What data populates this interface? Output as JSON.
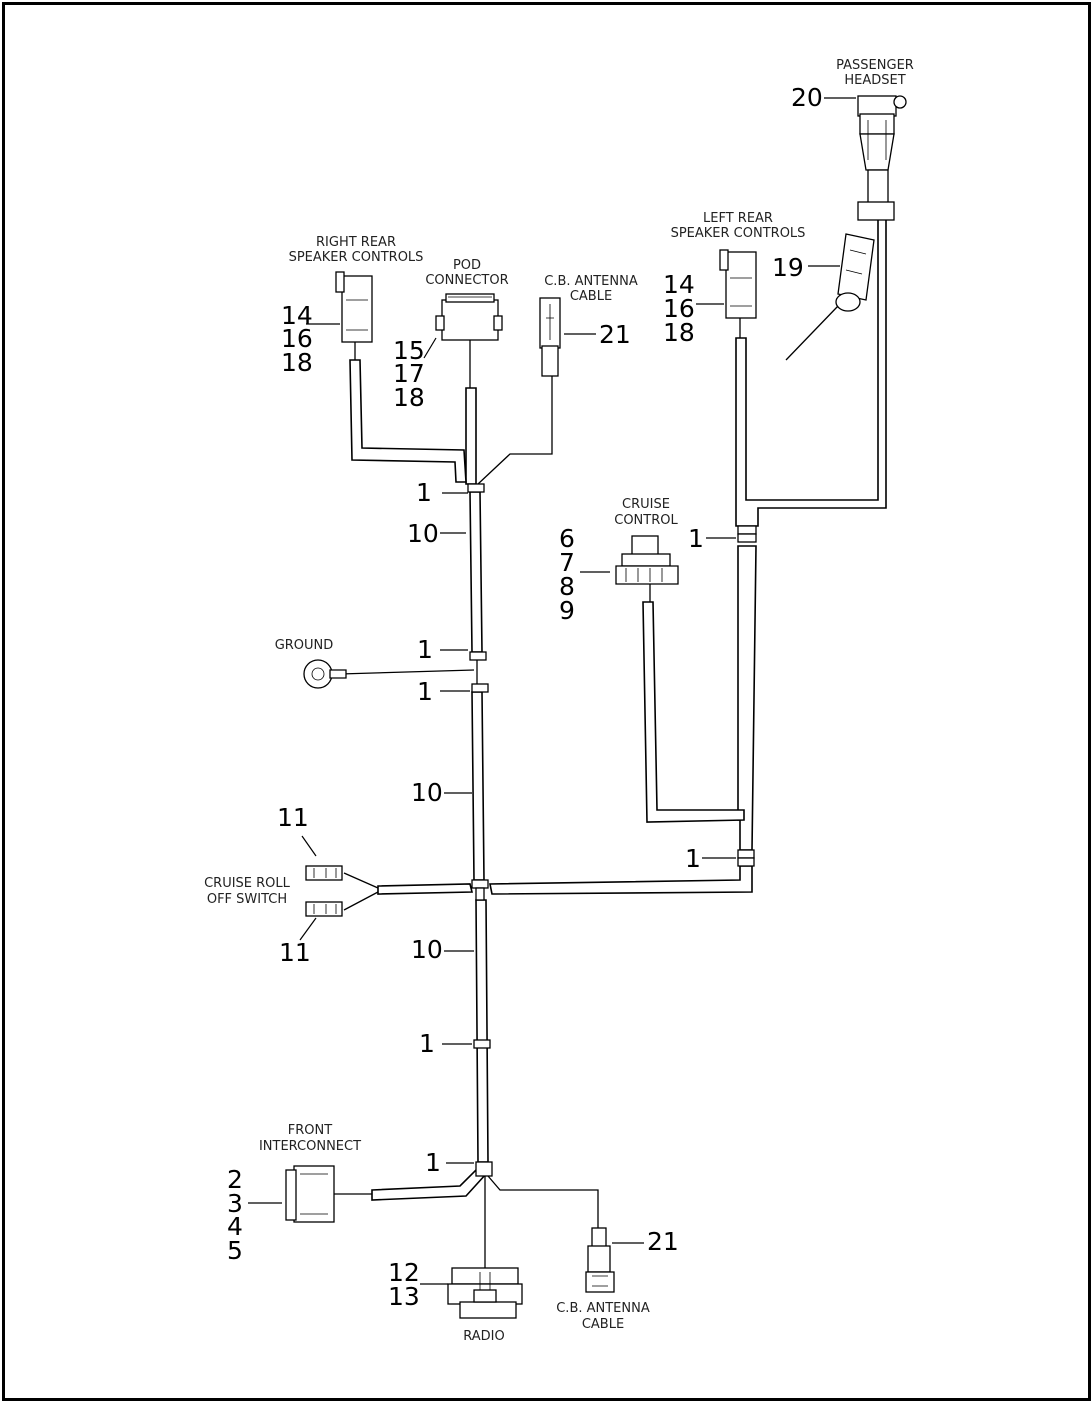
{
  "labels": {
    "passenger_headset": [
      "PASSENGER",
      "HEADSET"
    ],
    "left_rear_speaker": [
      "LEFT REAR",
      "SPEAKER CONTROLS"
    ],
    "right_rear_speaker": [
      "RIGHT REAR",
      "SPEAKER CONTROLS"
    ],
    "pod_connector": [
      "POD",
      "CONNECTOR"
    ],
    "cb_antenna_top": [
      "C.B. ANTENNA",
      "CABLE"
    ],
    "cruise_control": [
      "CRUISE",
      "CONTROL"
    ],
    "ground": "GROUND",
    "cruise_roll_off": [
      "CRUISE ROLL",
      "OFF SWITCH"
    ],
    "front_interconnect": [
      "FRONT",
      "INTERCONNECT"
    ],
    "radio": "RADIO",
    "cb_antenna_bottom": [
      "C.B. ANTENNA",
      "CABLE"
    ]
  },
  "callouts": {
    "headset": "20",
    "switch": "19",
    "left_speaker": [
      "14",
      "16",
      "18"
    ],
    "right_speaker": [
      "14",
      "16",
      "18"
    ],
    "pod": [
      "15",
      "17",
      "18"
    ],
    "cb_top": "21",
    "cruise": [
      "6",
      "7",
      "8",
      "9"
    ],
    "clip": "1",
    "conduit": "10",
    "roll_off_top": "11",
    "roll_off_bottom": "11",
    "front": [
      "2",
      "3",
      "4",
      "5"
    ],
    "radio": [
      "12",
      "13"
    ],
    "cb_bottom": "21"
  }
}
